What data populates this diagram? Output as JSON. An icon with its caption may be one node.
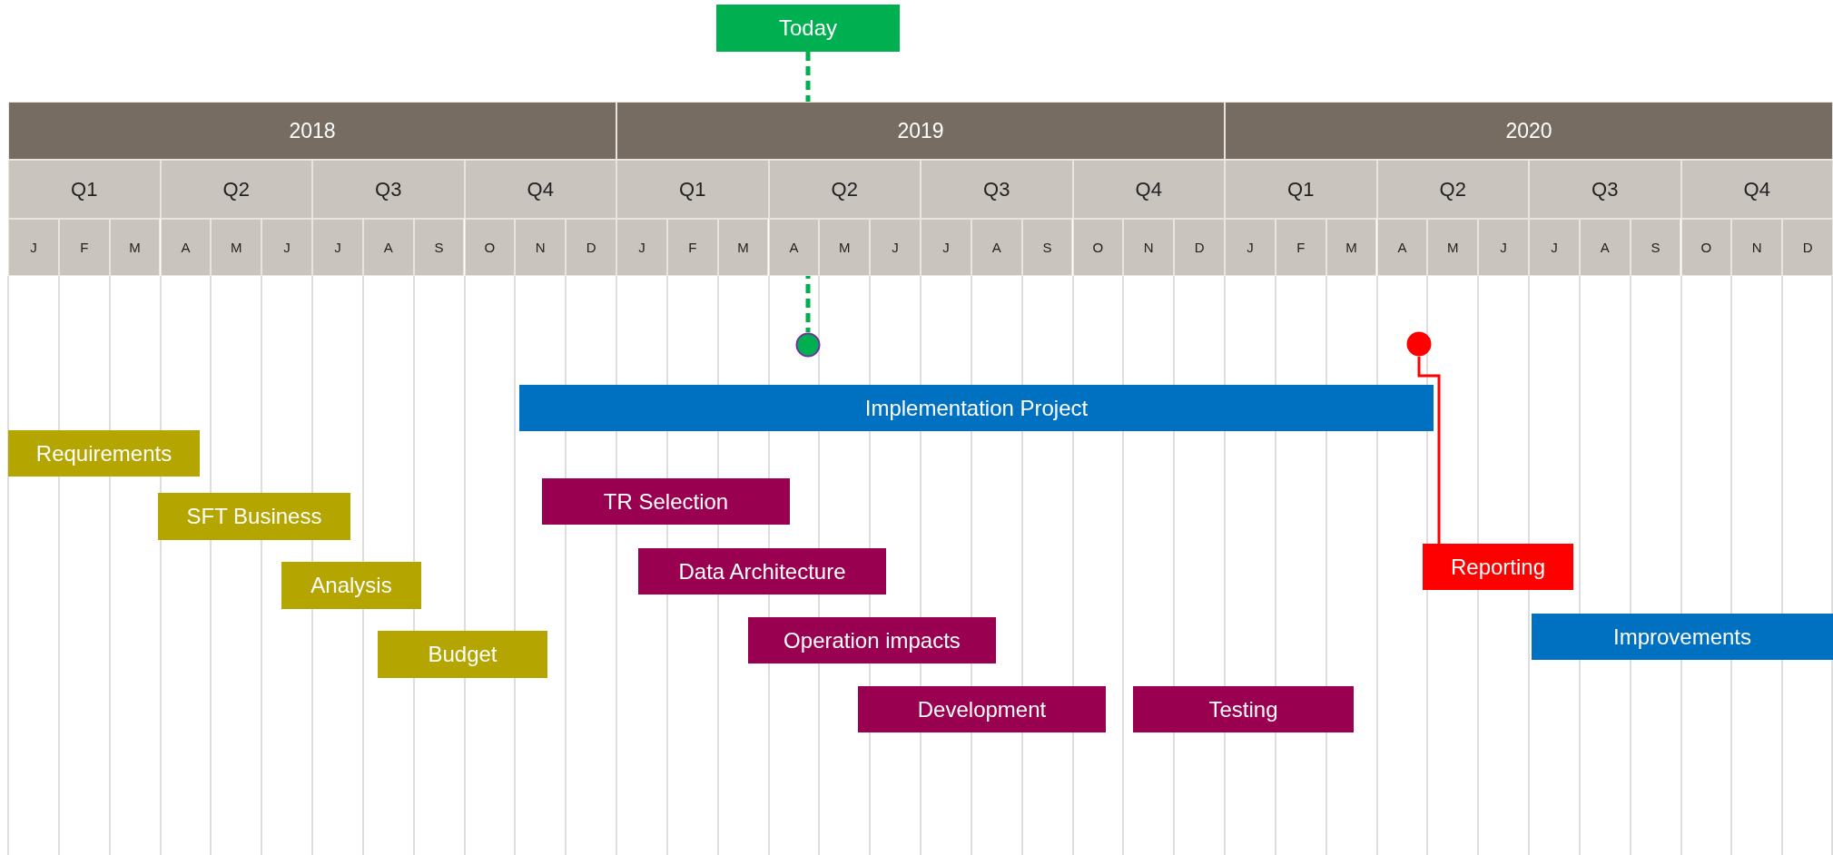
{
  "diagram": {
    "nodes": [
      {
        "text": [
          "Today"
        ]
      },
      {
        "text": [],
        "shape": "circle"
      },
      {
        "text": [],
        "shape": "circle"
      },
      {
        "text": [
          "Implementation Project"
        ]
      },
      {
        "text": [
          "Requirements"
        ]
      },
      {
        "text": [
          "TR Selection"
        ]
      },
      {
        "text": [
          "SFT Business"
        ]
      },
      {
        "text": [
          "Data Architecture"
        ]
      },
      {
        "text": [
          "Reporting"
        ]
      },
      {
        "text": [
          "Analysis"
        ]
      },
      {
        "text": [
          "Improvements"
        ]
      },
      {
        "text": [
          "Operation impacts"
        ]
      },
      {
        "text": [
          "Budget"
        ]
      },
      {
        "text": [
          "Development"
        ]
      },
      {
        "text": [
          "Testing"
        ]
      }
    ],
    "edges": [
      {
        "from": 0,
        "to": 1,
        "arrow": "none",
        "style": "dashed",
        "color": "#00b050"
      },
      {
        "from": 2,
        "to": 8,
        "arrow": "none",
        "color": "#ff0000"
      }
    ],
    "labels": [
      "2018",
      "2019",
      "2020",
      "Q1",
      "Q2",
      "Q3",
      "Q4",
      "Q1",
      "Q2",
      "Q3",
      "Q4",
      "Q1",
      "Q2",
      "Q3",
      "Q4",
      "J",
      "F",
      "M",
      "A",
      "M",
      "J",
      "J",
      "A",
      "S",
      "O",
      "N",
      "D",
      "J",
      "F",
      "M",
      "A",
      "M",
      "J",
      "J",
      "A",
      "S",
      "O",
      "N",
      "D",
      "J",
      "F",
      "M",
      "A",
      "M",
      "J",
      "J",
      "A",
      "S",
      "O",
      "N",
      "D"
    ]
  }
}
